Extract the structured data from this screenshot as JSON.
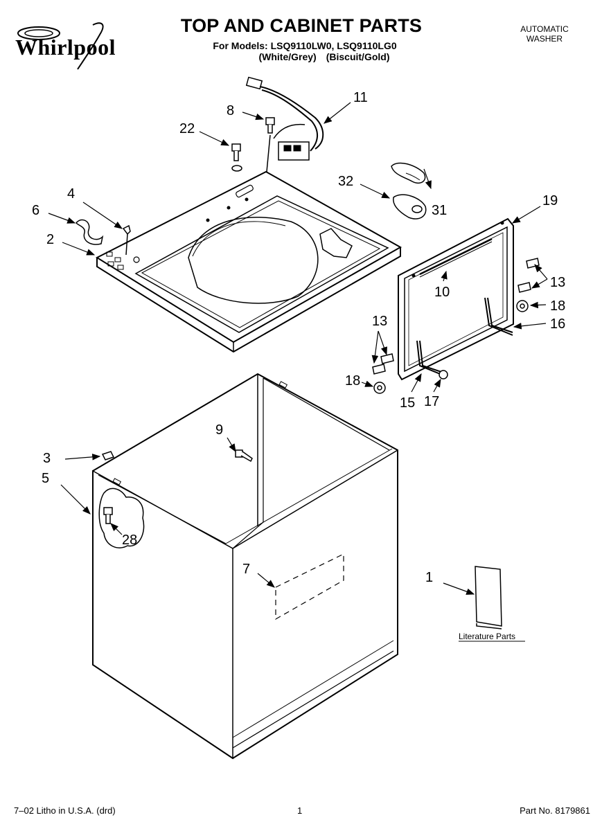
{
  "brand": "Whirlpool",
  "header": {
    "title": "TOP AND CABINET PARTS",
    "models_line": "For Models: LSQ9110LW0, LSQ9110LG0",
    "color_1": "(White/Grey)",
    "color_2": "(Biscuit/Gold)",
    "category_line1": "AUTOMATIC",
    "category_line2": "WASHER"
  },
  "callouts": {
    "p1": "1",
    "p2": "2",
    "p3": "3",
    "p4": "4",
    "p5": "5",
    "p6": "6",
    "p7": "7",
    "p8": "8",
    "p9": "9",
    "p10": "10",
    "p11": "11",
    "p13a": "13",
    "p13b": "13",
    "p15": "15",
    "p16": "16",
    "p17": "17",
    "p18a": "18",
    "p18b": "18",
    "p19": "19",
    "p22": "22",
    "p28": "28",
    "p31": "31",
    "p32": "32"
  },
  "literature_label": "Literature Parts",
  "footer": {
    "print_info": "7–02 Litho in U.S.A. (drd)",
    "page_number": "1",
    "part_number": "Part No. 8179861"
  }
}
